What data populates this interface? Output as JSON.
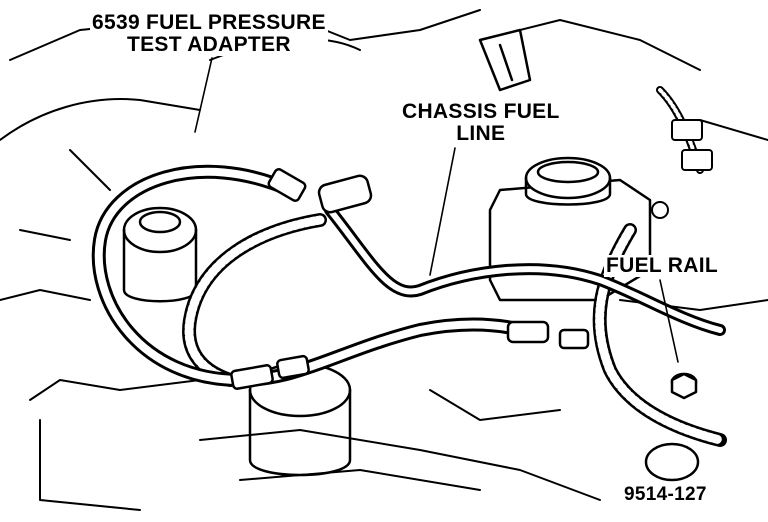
{
  "labels": {
    "fuel_pressure_adapter": {
      "line1": "6539 FUEL PRESSURE",
      "line2": "TEST ADAPTER"
    },
    "chassis_fuel_line": {
      "line1": "CHASSIS FUEL",
      "line2": "LINE"
    },
    "fuel_rail": "FUEL RAIL",
    "figure_number": "9514-127"
  },
  "colors": {
    "ink": "#000000",
    "paper": "#ffffff"
  }
}
